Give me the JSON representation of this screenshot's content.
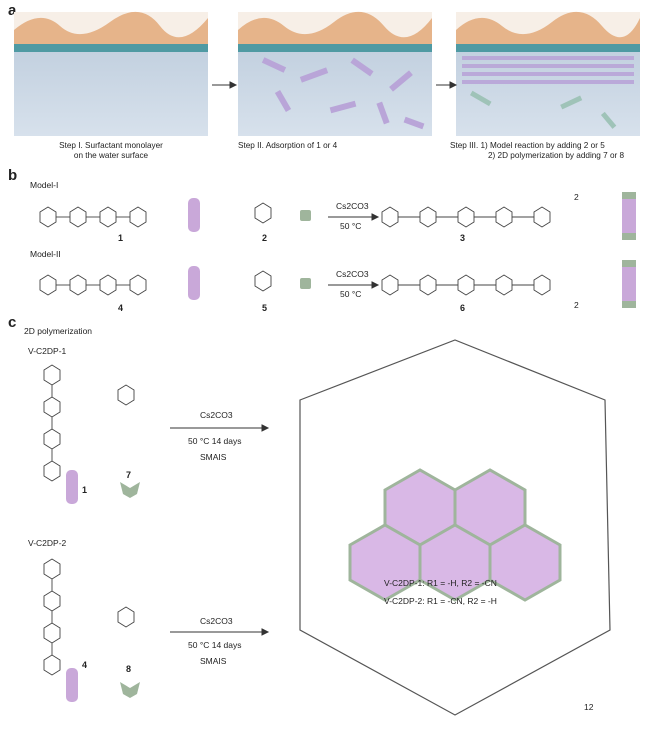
{
  "panel_a": {
    "label": "a",
    "step1": "Step I. Surfactant monolayer",
    "step1_line2": "on the water surface",
    "step2": "Step II. Adsorption of 1 or 4",
    "step3": "Step III. 1) Model reaction by adding 2 or 5",
    "step3_line2": "2) 2D polymerization by adding 7 or 8"
  },
  "panel_b": {
    "label": "b",
    "model1": "Model-I",
    "model2": "Model-II",
    "reagent": "Cs2CO3",
    "temp": "50 °C",
    "compounds": [
      "1",
      "2",
      "3",
      "4",
      "5",
      "6"
    ],
    "byproduct_coef": "2"
  },
  "panel_c": {
    "label": "c",
    "title": "2D polymerization",
    "v1": "V-C2DP-1",
    "v2": "V-C2DP-2",
    "reagent": "Cs2CO3",
    "cond": "50 °C  14 days",
    "smais": "SMAIS",
    "compounds": [
      "1",
      "7",
      "4",
      "8"
    ],
    "def1": "V-C2DP-1: R1 = -H,    R2 = -CN",
    "def2": "V-C2DP-2: R1 = -CN,  R2 = -H",
    "coef": "12"
  },
  "colors": {
    "water": "#c5d3e2",
    "purple": "#c9a8d9",
    "green": "#9fb59c",
    "surf": "#e8b58c"
  }
}
